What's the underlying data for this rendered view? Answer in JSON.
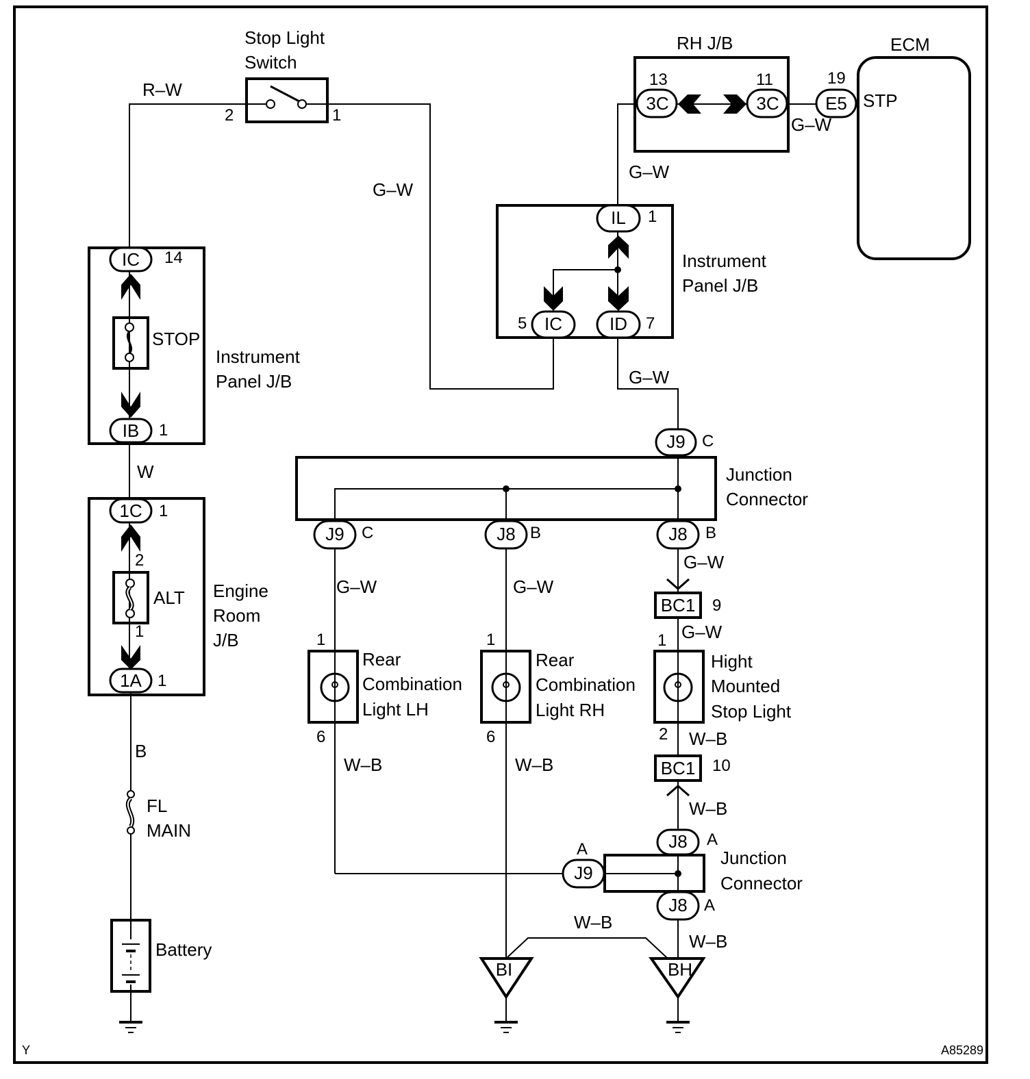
{
  "diagram": {
    "figure_id": "A85289",
    "corner_mark": "Y",
    "components": {
      "stop_light_switch": {
        "name_line1": "Stop Light",
        "name_line2": "Switch",
        "pin_left": "2",
        "pin_right": "1"
      },
      "ip_jb_left": {
        "name_line1": "Instrument",
        "name_line2": "Panel J/B",
        "top_connector": "IC",
        "top_pin": "14",
        "fuse": "STOP",
        "bottom_connector": "IB",
        "bottom_pin": "1"
      },
      "engine_room_jb": {
        "name_line1": "Engine",
        "name_line2": "Room",
        "name_line3": "J/B",
        "top_connector": "1C",
        "top_pin": "1",
        "fuse": "ALT",
        "fuse_pin_top": "2",
        "fuse_pin_bottom": "1",
        "bottom_connector": "1A",
        "bottom_pin": "1"
      },
      "fl_main": {
        "line1": "FL",
        "line2": "MAIN"
      },
      "battery": {
        "name": "Battery"
      },
      "rh_jb": {
        "name": "RH J/B",
        "left_connector": "3C",
        "left_pin": "13",
        "right_connector": "3C",
        "right_pin": "11"
      },
      "ecm": {
        "name": "ECM",
        "connector": "E5",
        "pin": "19",
        "terminal": "STP"
      },
      "ip_jb_right": {
        "name_line1": "Instrument",
        "name_line2": "Panel J/B",
        "top_connector": "IL",
        "top_pin": "1",
        "left_connector": "IC",
        "left_pin": "5",
        "right_connector": "ID",
        "right_pin": "7"
      },
      "junction_top": {
        "name_line1": "Junction",
        "name_line2": "Connector",
        "in_connector": "J9",
        "in_pin": "C",
        "out": [
          {
            "connector": "J9",
            "pin": "C"
          },
          {
            "connector": "J8",
            "pin": "B"
          },
          {
            "connector": "J8",
            "pin": "B"
          }
        ]
      },
      "bc1_top": {
        "connector": "BC1",
        "pin": "9"
      },
      "bc1_bottom": {
        "connector": "BC1",
        "pin": "10"
      },
      "lights": [
        {
          "line1": "Rear",
          "line2": "Combination",
          "line3": "Light LH",
          "pin_top": "1",
          "pin_bottom": "6"
        },
        {
          "line1": "Rear",
          "line2": "Combination",
          "line3": "Light RH",
          "pin_top": "1",
          "pin_bottom": "6"
        },
        {
          "line1": "Hight",
          "line2": "Mounted",
          "line3": "Stop Light",
          "pin_top": "1",
          "pin_bottom": "2"
        }
      ],
      "junction_bottom": {
        "name_line1": "Junction",
        "name_line2": "Connector",
        "top_connector": "J8",
        "top_pin": "A",
        "left_connector": "J9",
        "left_pin": "A",
        "bottom_connector": "J8",
        "bottom_pin": "A"
      },
      "grounds": [
        {
          "label": "BI"
        },
        {
          "label": "BH"
        }
      ]
    },
    "wire_colors": {
      "switch_in": "R–W",
      "switch_out": "G–W",
      "ipjb_to_erjb": "W",
      "battery_feed": "B",
      "rhjb_to_ipjb": "G–W",
      "rhjb_to_ecm": "G–W",
      "ipjb_to_junction": "G–W",
      "junction_to_lh": "G–W",
      "junction_to_rh": "G–W",
      "junction_to_bc1": "G–W",
      "bc1_to_hmsl": "G–W",
      "hmsl_to_bc1": "W–B",
      "bc1_to_j8": "W–B",
      "lh_ground": "W–B",
      "rh_ground": "W–B",
      "ground_bridge": "W–B",
      "j8_to_bh": "W–B"
    }
  }
}
